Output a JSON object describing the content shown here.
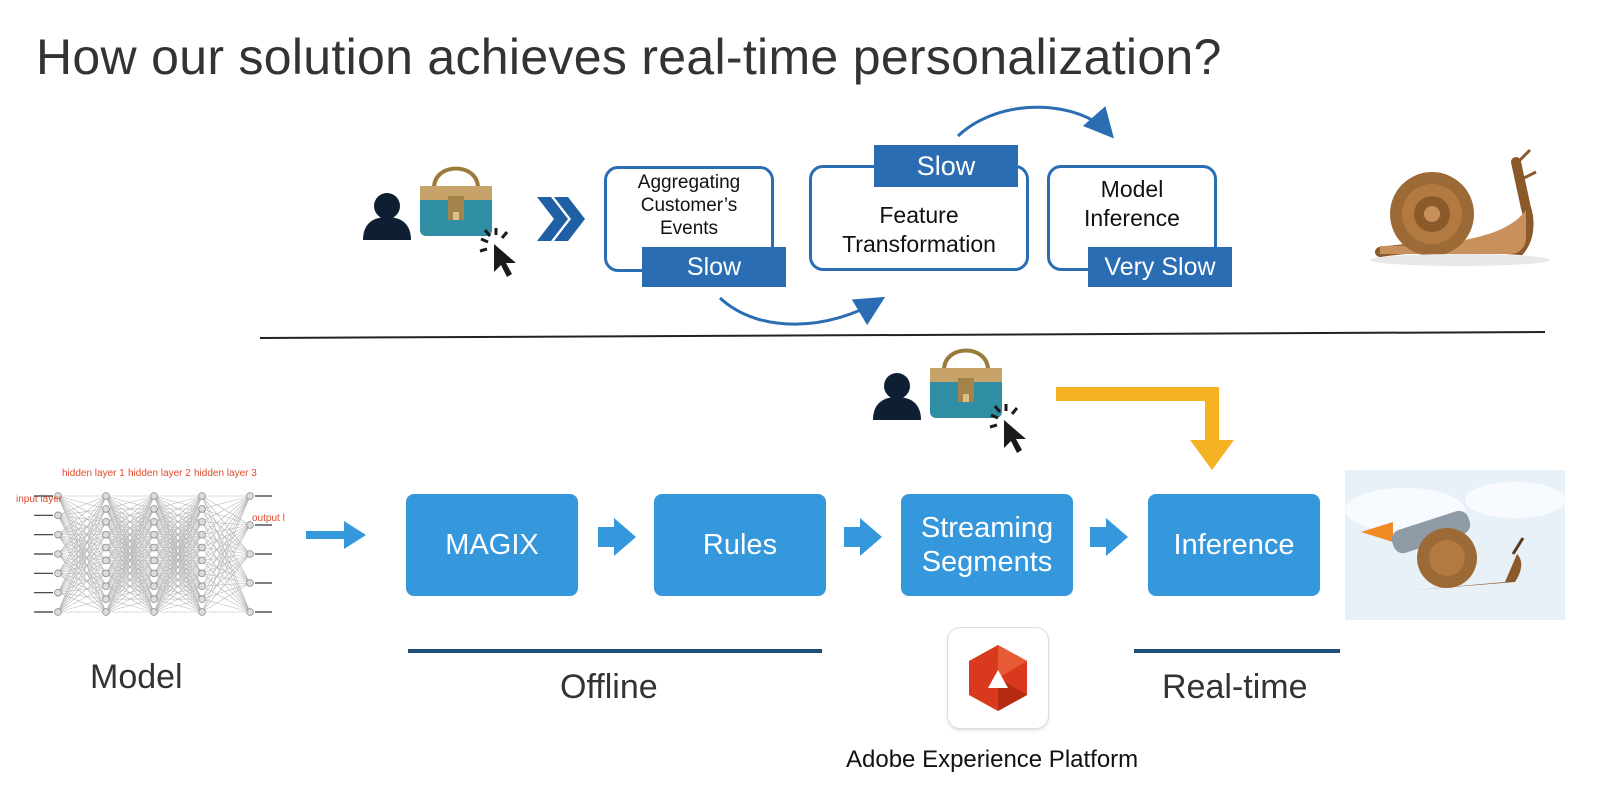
{
  "title": "How our solution achieves real-time personalization?",
  "before": {
    "boxes": [
      {
        "label": "Aggregating Customer’s Events",
        "badge": "Slow"
      },
      {
        "label": "Feature Transformation",
        "badge": "Slow"
      },
      {
        "label": "Model Inference",
        "badge": "Very Slow"
      }
    ]
  },
  "after": {
    "steps": [
      "MAGIX",
      "Rules",
      "Streaming Segments",
      "Inference"
    ],
    "captions": {
      "model": "Model",
      "offline": "Offline",
      "realtime": "Real-time"
    },
    "platform": "Adobe Experience Platform"
  },
  "network": {
    "labels": [
      "input layer",
      "hidden layer 1",
      "hidden layer 2",
      "hidden layer 3",
      "output l"
    ]
  },
  "icons": [
    "user-icon",
    "shopping-bag-icon",
    "cursor-click-icon",
    "chevron-double-right-icon",
    "snail-image",
    "rocket-snail-image",
    "adobe-experience-platform-logo",
    "neural-network-diagram"
  ],
  "colors": {
    "box_border": "#2a6db3",
    "badge": "#2a6db3",
    "step": "#3597dc",
    "flow_arrow": "#3597dc",
    "feedback_arrow": "#f5b324",
    "bar": "#1f4e79",
    "title": "#333333",
    "nn_label": "#e24a2d"
  }
}
